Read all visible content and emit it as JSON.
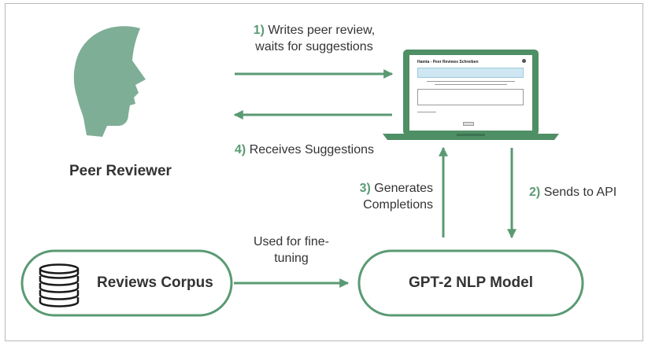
{
  "actors": {
    "peer_reviewer": "Peer Reviewer"
  },
  "nodes": {
    "reviews_corpus": "Reviews Corpus",
    "gpt2_model": "GPT-2 NLP Model"
  },
  "edges": {
    "step1": {
      "number": "1)",
      "line1": "Writes peer review,",
      "line2": "waits for suggestions"
    },
    "step2": {
      "number": "2)",
      "text": "Sends to API"
    },
    "step3": {
      "number": "3)",
      "line1": "Generates",
      "line2": "Completions"
    },
    "step4": {
      "number": "4)",
      "text": "Receives Suggestions"
    },
    "finetune": {
      "line1": "Used for fine-",
      "line2": "tuning"
    }
  },
  "laptop_screen": {
    "title": "Hamta - Peer Reviews Schreiben"
  },
  "colors": {
    "accent_green": "#5a9a73",
    "head_green": "#7fae96",
    "laptop_green": "#4f8f65",
    "text_dark": "#333333"
  }
}
